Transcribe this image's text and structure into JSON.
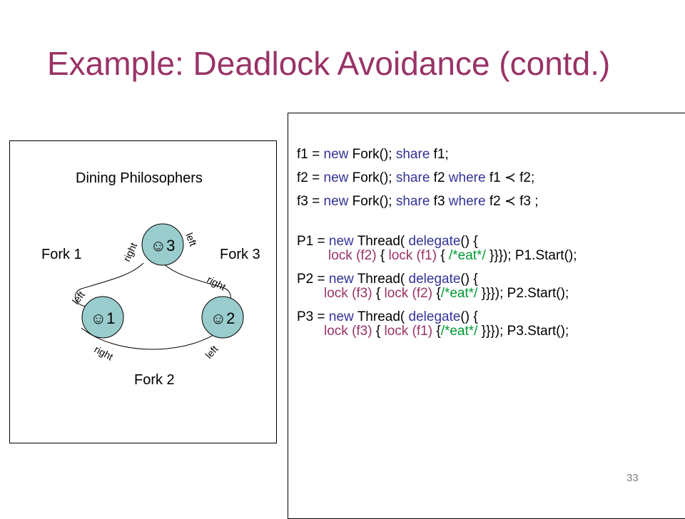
{
  "slide": {
    "title": "Example: Deadlock Avoidance (contd.)",
    "page_number": "33"
  },
  "diagram": {
    "title": "Dining Philosophers",
    "forks": [
      "Fork 1",
      "Fork 3",
      "Fork 2"
    ],
    "philosophers": [
      {
        "label": "☺3"
      },
      {
        "label": "☺1"
      },
      {
        "label": "☺2"
      }
    ],
    "edge_labels": {
      "p3_right": "right",
      "p3_left": "left",
      "p1_left": "left",
      "p1_right": "right",
      "p2_right": "right",
      "p2_left": "left"
    }
  },
  "code": {
    "l1": {
      "a": "f1 = ",
      "new": "new",
      "b": " Fork(); ",
      "share": "share",
      "c": " f1;"
    },
    "l2": {
      "a": "f2 = ",
      "new": "new",
      "b": " Fork(); ",
      "share": "share",
      "c": " f2 ",
      "where": "where",
      "d": " f1 ≺ f2;"
    },
    "l3": {
      "a": "f3 = ",
      "new": "new",
      "b": " Fork(); ",
      "share": "share",
      "c": " f3 ",
      "where": "where",
      "d": " f2 ≺ f3 ;"
    },
    "p1": {
      "a": "P1 = ",
      "new": "new",
      "b": " Thread( ",
      "delegate": "delegate",
      "c": "() {",
      "lock1": "lock (f2)",
      "s1": " { ",
      "lock2": "lock (f1)",
      "s2": " { ",
      "comment": "/*eat*/",
      "s3": " }}}); P1.Start();"
    },
    "p2": {
      "a": "P2 = ",
      "new": "new",
      "b": " Thread( ",
      "delegate": "delegate",
      "c": "() {",
      "lock1": "lock (f3)",
      "s1": " { ",
      "lock2": "lock (f2)",
      "s2": " {",
      "comment": "/*eat*/",
      "s3": " }}}); P2.Start();"
    },
    "p3": {
      "a": "P3 = ",
      "new": "new",
      "b": " Thread( ",
      "delegate": "delegate",
      "c": "() {",
      "lock1": "lock (f3)",
      "s1": " { ",
      "lock2": "lock (f1)",
      "s2": " {",
      "comment": "/*eat*/",
      "s3": " }}}); P3.Start();"
    }
  },
  "colors": {
    "title": "#993366",
    "keyword": "#333399",
    "lock": "#993366",
    "comment": "#009933",
    "philosopher_fill": "#99cccc"
  }
}
